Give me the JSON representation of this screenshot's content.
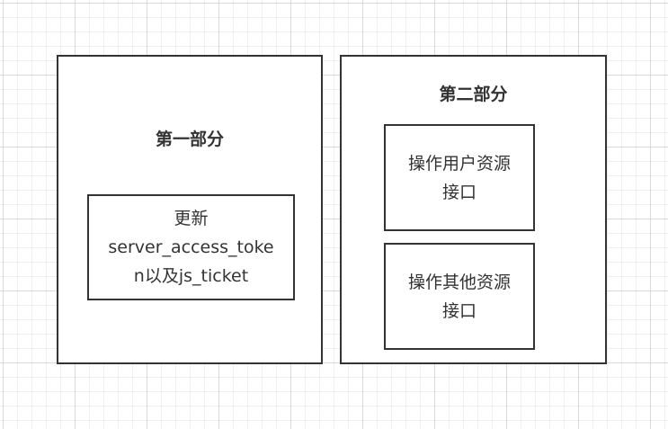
{
  "part1": {
    "title": "第一部分",
    "node": {
      "line1": "更新",
      "line2": "server_access_toke",
      "line3": "n以及js_ticket"
    }
  },
  "part2": {
    "title": "第二部分",
    "node_user": {
      "line1": "操作用户资源",
      "line2": "接口"
    },
    "node_other": {
      "line1": "操作其他资源",
      "line2": "接口"
    }
  }
}
